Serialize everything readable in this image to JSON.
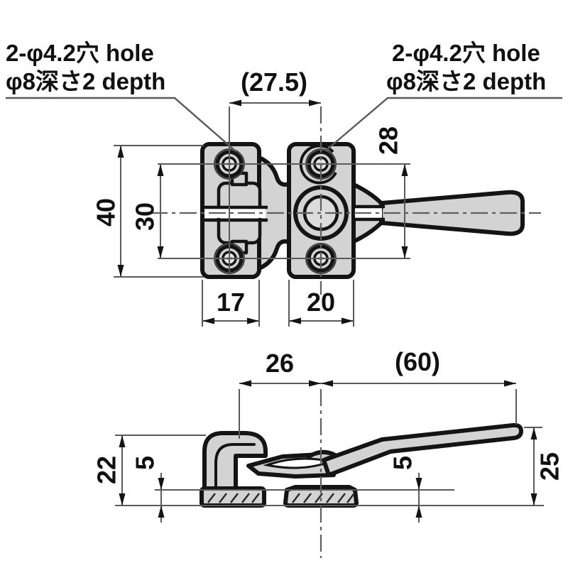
{
  "annotations": {
    "hole_note_left": {
      "line1": "2-φ4.2穴 hole",
      "line2": "φ8深さ2 depth"
    },
    "hole_note_right": {
      "line1": "2-φ4.2穴 hole",
      "line2": "φ8深さ2 depth"
    }
  },
  "top_view": {
    "dims": {
      "screw_span_ref": "(27.5)",
      "plate_height": "40",
      "hole_pitch_left": "30",
      "hole_pitch_right": "28",
      "plate_width_left": "17",
      "plate_width_right": "20"
    }
  },
  "side_view": {
    "dims": {
      "keeper_to_center": "26",
      "lever_length_ref": "(60)",
      "keeper_height": "22",
      "base_thickness_left": "5",
      "base_thickness_right": "5",
      "overall_height": "25"
    }
  },
  "colors": {
    "background": "#ffffff",
    "part_fill": "#d3d3d3",
    "outline": "#141414",
    "dim_line": "#5a5a5a"
  }
}
